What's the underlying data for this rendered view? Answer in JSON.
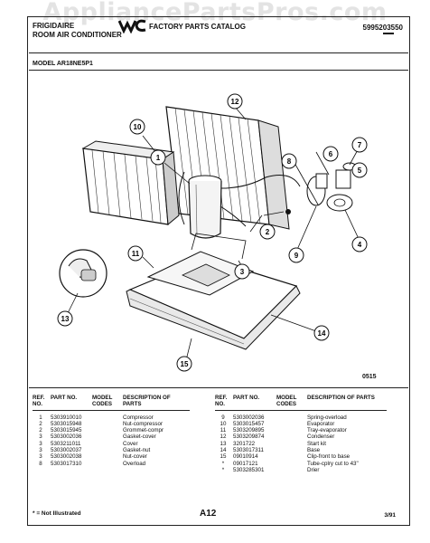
{
  "watermark": "AppliancePartsPros.com",
  "header": {
    "brand_line1": "FRIGIDAIRE",
    "brand_line2": "ROOM AIR CONDITIONER",
    "logo_text": "WCI",
    "catalog_title": "FACTORY PARTS CATALOG",
    "doc_number": "5995203550"
  },
  "model_label": "MODEL AR18NE5P1",
  "figure_code": "0515",
  "callouts": [
    "1",
    "2",
    "3",
    "4",
    "5",
    "6",
    "7",
    "8",
    "9",
    "10",
    "11",
    "12",
    "13",
    "14",
    "15"
  ],
  "table": {
    "headers": {
      "ref": "REF. NO.",
      "part": "PART NO.",
      "model": "MODEL CODES",
      "desc": "DESCRIPTION OF PARTS"
    },
    "left_rows": [
      {
        "ref": "1",
        "part": "5303910010",
        "desc": "Compressor"
      },
      {
        "ref": "2",
        "part": "5303015948",
        "desc": "Nut-compressor"
      },
      {
        "ref": "2",
        "part": "5303015945",
        "desc": "Grommet-compr"
      },
      {
        "ref": "3",
        "part": "5303002036",
        "desc": "Gasket-cover"
      },
      {
        "ref": "3",
        "part": "5303211011",
        "desc": "Cover"
      },
      {
        "ref": "3",
        "part": "5303002037",
        "desc": "Gasket-nut"
      },
      {
        "ref": "3",
        "part": "5303002038",
        "desc": "Nut-cover"
      },
      {
        "ref": "8",
        "part": "5303017310",
        "desc": "Overload"
      }
    ],
    "right_rows": [
      {
        "ref": "9",
        "part": "5303002036",
        "desc": "Spring-overload"
      },
      {
        "ref": "10",
        "part": "5303015457",
        "desc": "Evaporator"
      },
      {
        "ref": "11",
        "part": "5303209895",
        "desc": "Tray-evaporator"
      },
      {
        "ref": "12",
        "part": "5303209874",
        "desc": "Condenser"
      },
      {
        "ref": "13",
        "part": "3201722",
        "desc": "Start kit"
      },
      {
        "ref": "14",
        "part": "5303017311",
        "desc": "Base"
      },
      {
        "ref": "15",
        "part": "09010914",
        "desc": "Clip-front to base"
      },
      {
        "ref": "*",
        "part": "09017121",
        "desc": "Tube-cplry cut to 43\""
      },
      {
        "ref": "*",
        "part": "5303285301",
        "desc": "Drier"
      }
    ]
  },
  "footer": {
    "note": "* = Not Illustrated",
    "page": "A12",
    "date": "3/91"
  }
}
